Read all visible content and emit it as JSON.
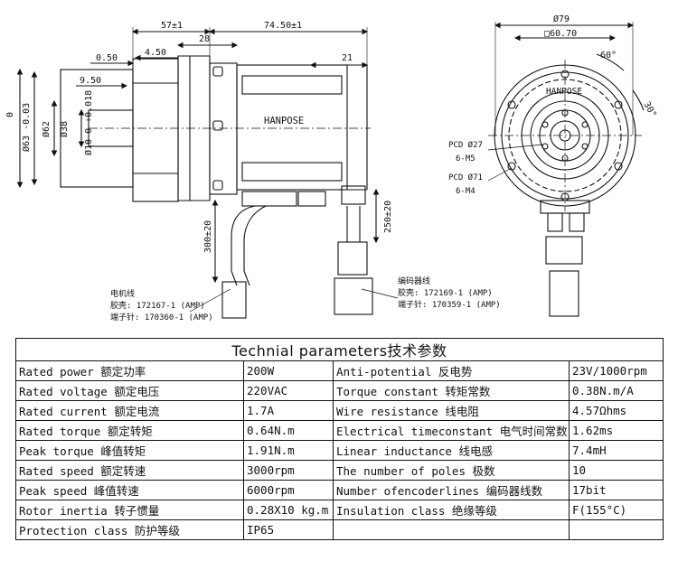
{
  "drawing": {
    "side_view": {
      "dims": {
        "d57": "57±1",
        "d28": "28",
        "d74": "74.50±1",
        "d21": "21",
        "d050": "0.50",
        "d450": "4.50",
        "d950": "9.50",
        "d0": "0",
        "d63": "Ø63 -0.03",
        "d62": "Ø62",
        "d38": "Ø38",
        "d10": "Ø10 0 +0.018",
        "d300": "300±20",
        "d250": "250±20"
      },
      "brand": "HANPOSE",
      "motor_cable_note": [
        "电机线",
        "胶壳: 172167-1 (AMP)",
        "端子针: 170360-1 (AMP)"
      ],
      "encoder_cable_note": [
        "编码器线",
        "胶壳: 172169-1 (AMP)",
        "端子针: 170359-1 (AMP)"
      ]
    },
    "front_view": {
      "dims": {
        "d79": "Ø79",
        "d6070": "□60.70",
        "a60": "60°",
        "a30": "30°",
        "pcd27": "PCD Ø27",
        "m5": "6-M5",
        "pcd71": "PCD Ø71",
        "m4": "6-M4"
      },
      "brand": "HANPOSE"
    }
  },
  "table": {
    "title": "Technial parameters技术参数",
    "rows": [
      [
        "Rated power 额定功率",
        "200W",
        "Anti-potential 反电势",
        "23V/1000rpm"
      ],
      [
        "Rated voltage 额定电压",
        "220VAC",
        "Torque constant 转矩常数",
        "0.38N.m/A"
      ],
      [
        "Rated current 额定电流",
        "1.7A",
        "Wire resistance 线电阻",
        "4.57Ωhms"
      ],
      [
        "Rated torque 额定转矩",
        "0.64N.m",
        "Electrical timeconstant 电气时间常数",
        "1.62ms"
      ],
      [
        "Peak torque 峰值转矩",
        "1.91N.m",
        "Linear inductance 线电感",
        "7.4mH"
      ],
      [
        "Rated speed 额定转速",
        "3000rpm",
        "The number of poles 极数",
        "10"
      ],
      [
        "Peak speed 峰值转速",
        "6000rpm",
        "Number ofencoderlines 编码器线数",
        "17bit"
      ],
      [
        "Rotor inertia 转子惯量",
        "0.28X10 kg.m",
        "Insulation class 绝缘等级",
        "F(155°C)"
      ],
      [
        "Protection class 防护等级",
        "IP65",
        "",
        ""
      ]
    ]
  }
}
